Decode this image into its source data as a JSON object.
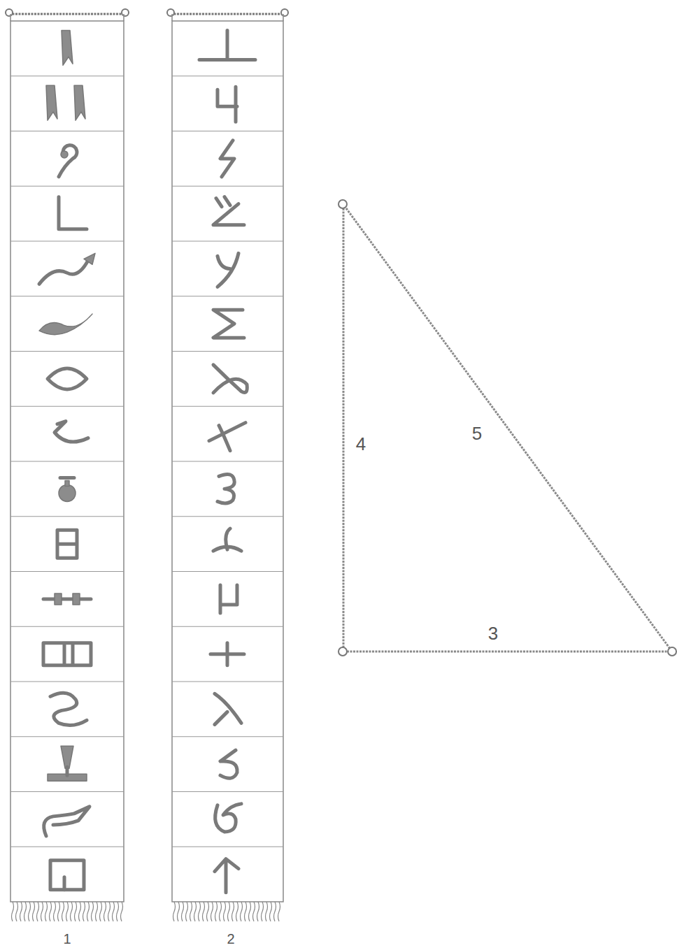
{
  "diagram": {
    "labels": [
      "4",
      "5",
      "3",
      "1",
      "2"
    ]
  }
}
